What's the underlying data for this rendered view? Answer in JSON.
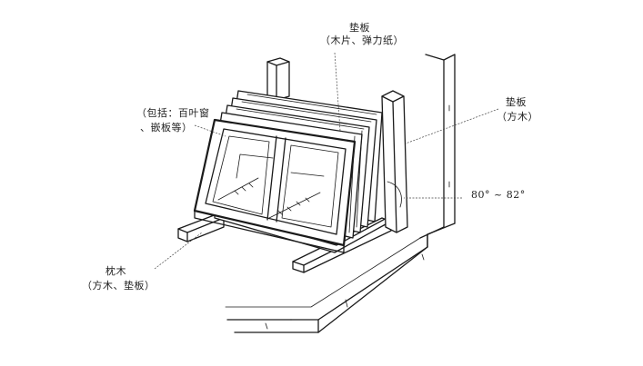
{
  "labels": {
    "pad_board_top": "垫板",
    "pad_board_top_note": "（木片、弹力纸）",
    "contents_line1": "（包括：百叶窗",
    "contents_line2": "、嵌板等）",
    "pad_board_right": "垫板",
    "pad_board_right_note": "（方木）",
    "angle": "80° ~ 82°",
    "sleeper": "枕木",
    "sleeper_note": "（方木、垫板）"
  }
}
